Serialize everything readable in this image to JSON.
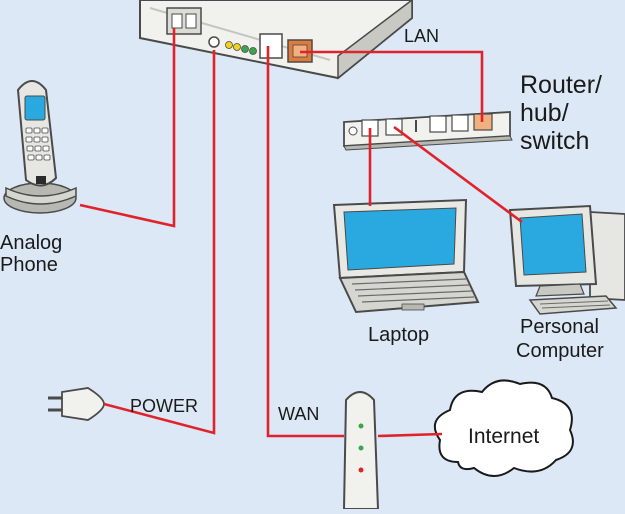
{
  "labels": {
    "lan": "LAN",
    "router": [
      "Router/",
      "hub/",
      "switch"
    ],
    "analog_phone": [
      "Analog",
      "Phone"
    ],
    "laptop": "Laptop",
    "personal_computer": [
      "Personal",
      "Computer"
    ],
    "power": "POWER",
    "wan": "WAN",
    "internet": "Internet"
  },
  "colors": {
    "background": "#dce8f6",
    "cable": "#e0232b",
    "device_light": "#f1f1ee",
    "device_shadow": "#b8b8b2",
    "device_outline": "#4a4a4a",
    "screen": "#2aa9e0",
    "led_yellow": "#f2d21b",
    "led_green": "#3aa64a"
  },
  "icons": [
    "adapter-box",
    "cordless-phone",
    "router-hub-switch",
    "laptop",
    "desktop-computer",
    "power-plug",
    "modem",
    "internet-cloud"
  ]
}
